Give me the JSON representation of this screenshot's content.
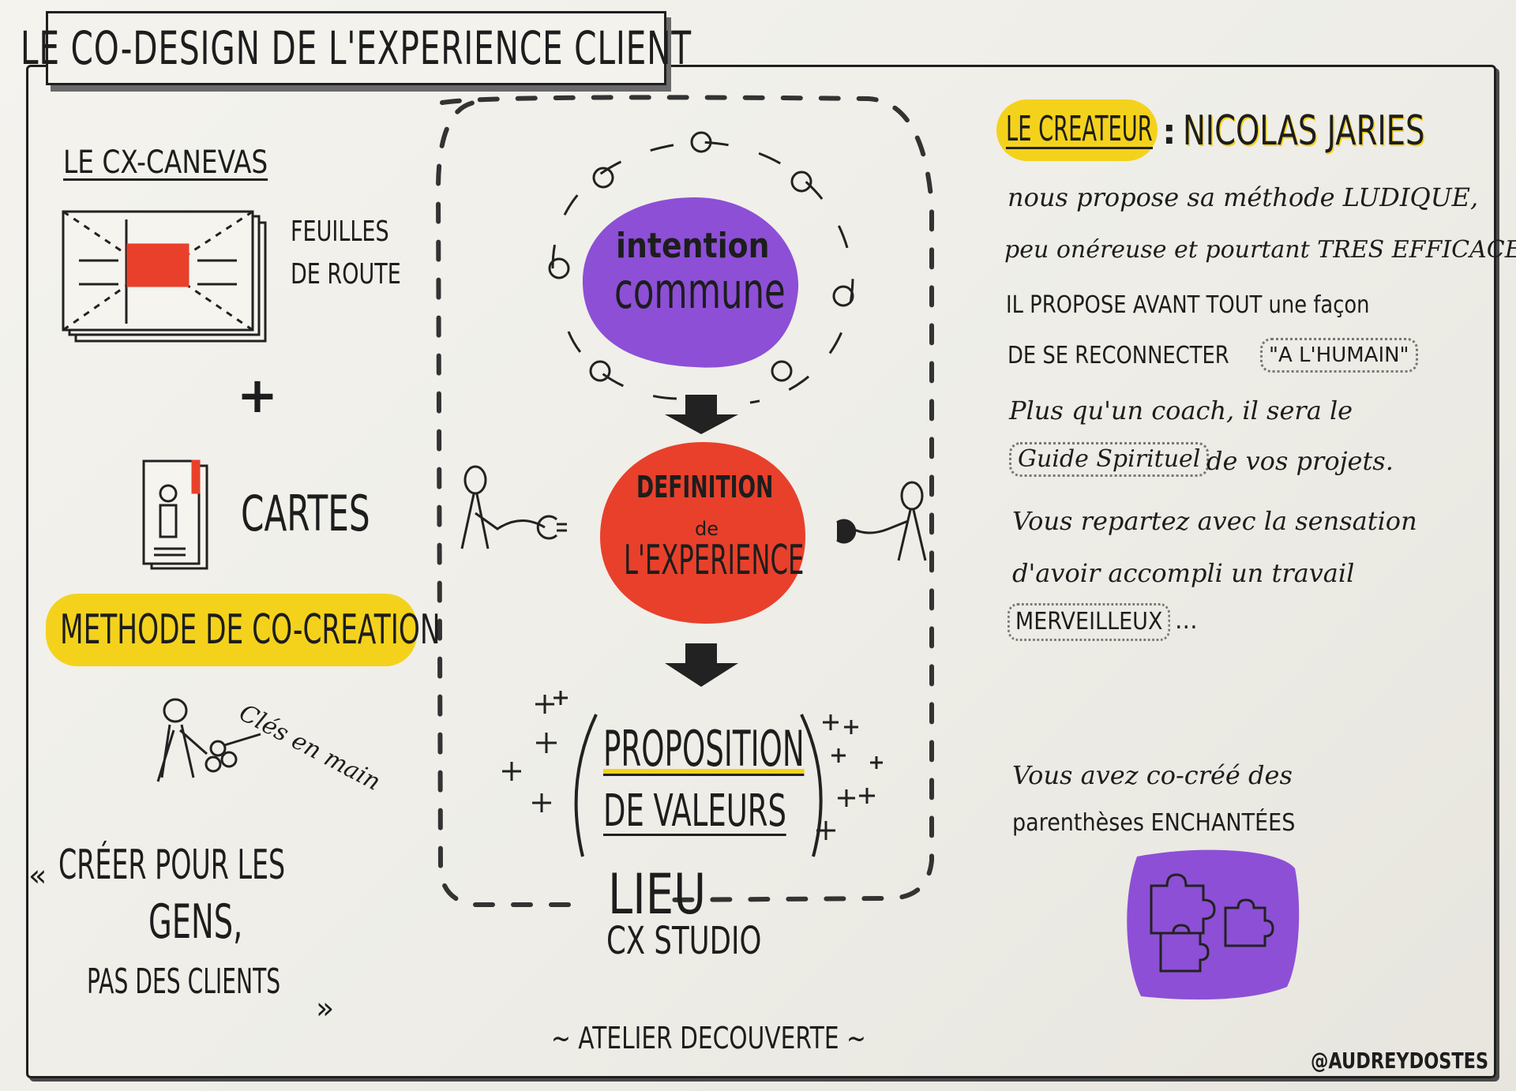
{
  "title": "LE CO-DESIGN DE L'EXPERIENCE CLIENT",
  "left": {
    "canvas_heading": "LE CX-CANEVAS",
    "sheets_label_1": "FEUILLES",
    "sheets_label_2": "DE ROUTE",
    "plus": "+",
    "cards_label": "CARTES",
    "method_heading": "METHODE DE CO-CREATION",
    "keys_label": "Clés en main",
    "quote_open": "«",
    "quote_line1": "CRÉER POUR LES",
    "quote_line2": "GENS,",
    "quote_line3": "PAS DES CLIENTS",
    "quote_close": "»"
  },
  "center": {
    "circle1_line1": "intention",
    "circle1_line2": "commune",
    "circle2_line1": "DEFINITION",
    "circle2_line2": "de",
    "circle2_line3": "L'EXPERIENCE",
    "value_line1": "PROPOSITION",
    "value_line2": "DE VALEURS",
    "lieu": "LIEU",
    "studio": "CX STUDIO"
  },
  "right": {
    "creator_label": "LE CREATEUR",
    "colon": ":",
    "creator_name": "NICOLAS JARIES",
    "lines": [
      "nous propose sa méthode LUDIQUE,",
      "peu onéreuse et pourtant TRES EFFICACE.",
      "IL PROPOSE AVANT TOUT une façon"
    ],
    "reconnect_prefix": "DE SE RECONNECTER",
    "reconnect_boxed": "\"A L'HUMAIN\"",
    "coach_line": "Plus qu'un coach, il sera le",
    "guide_boxed": "Guide Spirituel",
    "guide_suffix": "de vos projets.",
    "repartez_line": "Vous repartez avec la sensation",
    "avoir_line": "d'avoir accompli un travail",
    "merveilleux_boxed": "MERVEILLEUX",
    "ellipsis": "...",
    "cocree_line1": "Vous avez co-créé des",
    "cocree_line2": "parenthèses ENCHANTÉES"
  },
  "footer": {
    "workshop": "~ ATELIER DECOUVERTE ~",
    "signature": "@AUDREYDOSTES"
  },
  "colors": {
    "purple": "#8d4fd6",
    "red": "#e8402b",
    "yellow": "#f4d21c",
    "ink": "#1d1d1d"
  }
}
